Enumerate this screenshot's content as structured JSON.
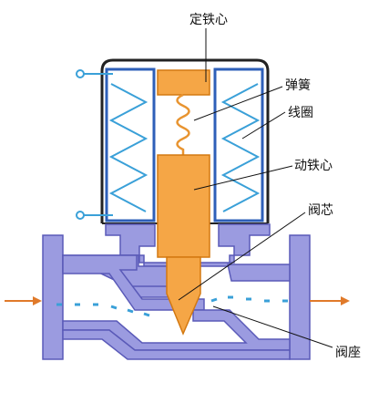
{
  "labels": {
    "fixed_core": "定铁心",
    "spring": "弹簧",
    "coil": "线圈",
    "moving_core": "动铁心",
    "valve_core": "阀芯",
    "valve_seat": "阀座"
  },
  "colors": {
    "body": "#9b9be0",
    "body_stroke": "#5a5ab8",
    "core": "#f5a646",
    "core_stroke": "#d37810",
    "spring": "#e89430",
    "coil_line": "#3aa0d8",
    "coil_frame": "#2e5fb8",
    "flow_arrow": "#e07a2a",
    "flow_dash": "#3aa0d8",
    "terminal": "#3aa0d8",
    "text": "#111111"
  }
}
